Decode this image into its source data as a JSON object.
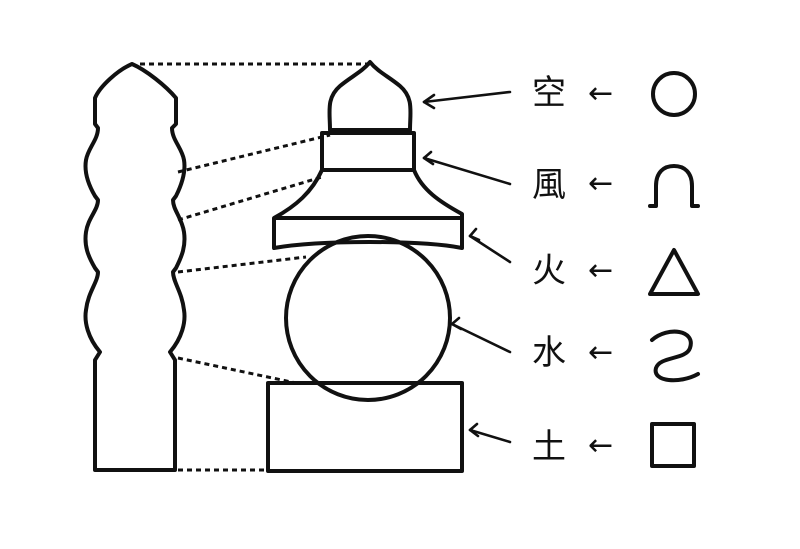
{
  "elements": [
    {
      "kanji": "空",
      "symbol": "circle-icon"
    },
    {
      "kanji": "風",
      "symbol": "arch-icon"
    },
    {
      "kanji": "火",
      "symbol": "triangle-icon"
    },
    {
      "kanji": "水",
      "symbol": "wave-icon"
    },
    {
      "kanji": "土",
      "symbol": "square-icon"
    }
  ],
  "arrow_glyph": "←",
  "colors": {
    "ink": "#111111",
    "background": "#ffffff"
  }
}
